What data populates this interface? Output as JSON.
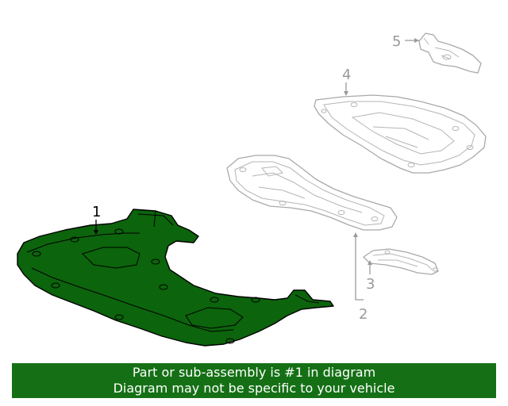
{
  "callouts": {
    "part_1": "1",
    "part_2": "2",
    "part_3": "3",
    "part_4": "4",
    "part_5": "5"
  },
  "banner": {
    "line1": "Part or sub-assembly is #1 in diagram",
    "line2": "Diagram may not be specific to your vehicle",
    "color": "#157015"
  },
  "highlight_color": "#0c640c"
}
